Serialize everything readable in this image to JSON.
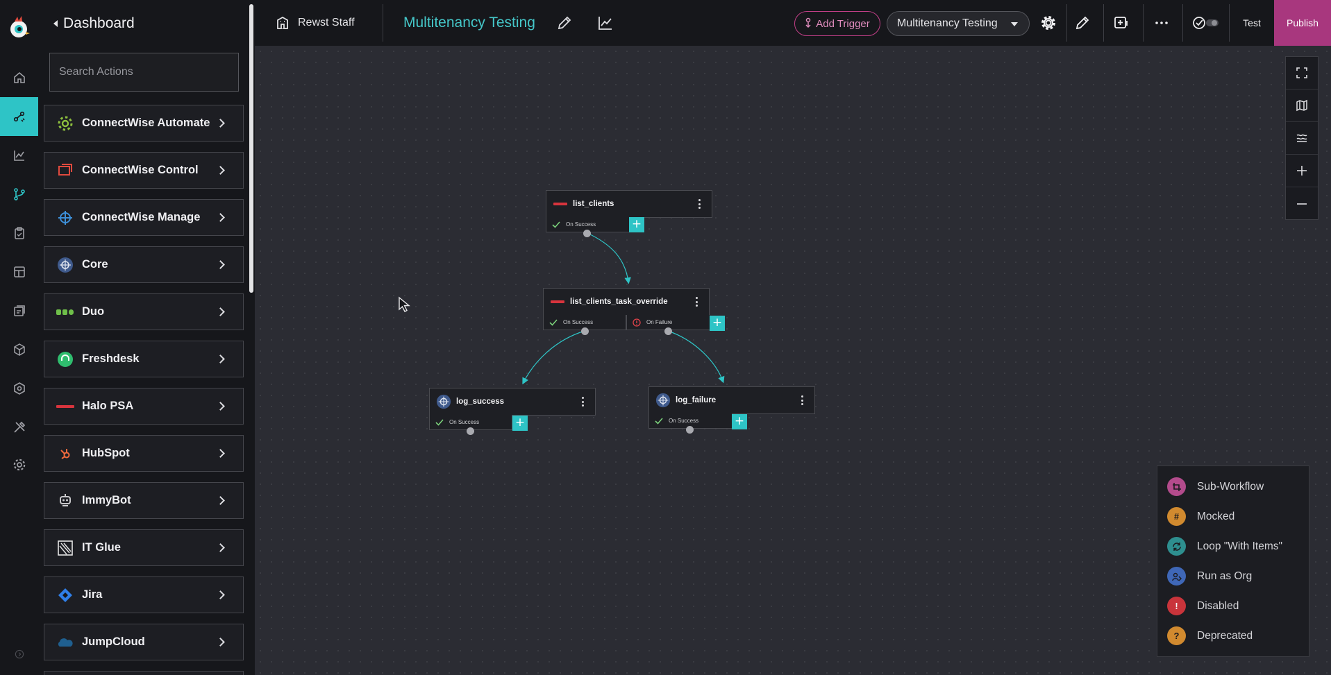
{
  "rail": {
    "items": [
      "home-icon",
      "workflows-icon",
      "analytics-icon",
      "git-branch-icon",
      "clipboard-icon",
      "layout-icon",
      "forms-icon",
      "package-icon",
      "hexagon-settings-icon",
      "tools-icon",
      "settings-icon",
      "collapse-icon"
    ],
    "active": "workflows-icon"
  },
  "panel": {
    "back_label": "Dashboard",
    "search_placeholder": "Search Actions",
    "actions": [
      {
        "label": "ConnectWise Automate",
        "icon": "gear-icon",
        "color": "#8dbf3e"
      },
      {
        "label": "ConnectWise Control",
        "icon": "windows-icon",
        "color": "#e04a3e"
      },
      {
        "label": "ConnectWise Manage",
        "icon": "compass-icon",
        "color": "#3d8fd8"
      },
      {
        "label": "Core",
        "icon": "core-icon",
        "color": "#3f5a8c"
      },
      {
        "label": "Duo",
        "icon": "duo-icon",
        "color": "#6fbf4a"
      },
      {
        "label": "Freshdesk",
        "icon": "headset-icon",
        "color": "#2fbd6e"
      },
      {
        "label": "Halo PSA",
        "icon": "halo-icon",
        "color": "#d8343d"
      },
      {
        "label": "HubSpot",
        "icon": "hubspot-icon",
        "color": "#f26a3d"
      },
      {
        "label": "ImmyBot",
        "icon": "robot-icon",
        "color": "#c9c9cc"
      },
      {
        "label": "IT Glue",
        "icon": "itglue-icon",
        "color": "#e6e6e6"
      },
      {
        "label": "Jira",
        "icon": "jira-icon",
        "color": "#2f7fe8"
      },
      {
        "label": "JumpCloud",
        "icon": "cloud-icon",
        "color": "#1f5f8f"
      }
    ]
  },
  "topbar": {
    "org_name": "Rewst Staff",
    "workflow_name": "Multitenancy Testing",
    "add_trigger_label": "Add Trigger",
    "environment": "Multitenancy Testing",
    "test_label": "Test",
    "publish_label": "Publish"
  },
  "graph": {
    "nodes": [
      {
        "id": "list_clients",
        "title": "list_clients",
        "logo": "halo-icon"
      },
      {
        "id": "list_clients_task_override",
        "title": "list_clients_task_override",
        "logo": "halo-icon"
      },
      {
        "id": "log_success",
        "title": "log_success",
        "logo": "core-icon"
      },
      {
        "id": "log_failure",
        "title": "log_failure",
        "logo": "core-icon"
      }
    ],
    "on_success_label": "On Success",
    "on_failure_label": "On Failure"
  },
  "legend": [
    {
      "label": "Sub-Workflow",
      "color": "#b34b8c",
      "icon": "subworkflow-icon"
    },
    {
      "label": "Mocked",
      "color": "#d18a2f",
      "icon": "hash-icon"
    },
    {
      "label": "Loop \"With Items\"",
      "color": "#2e8f8f",
      "icon": "loop-icon"
    },
    {
      "label": "Run as Org",
      "color": "#3f67b7",
      "icon": "org-icon"
    },
    {
      "label": "Disabled",
      "color": "#c9343b",
      "icon": "exclamation-icon"
    },
    {
      "label": "Deprecated",
      "color": "#d18a2f",
      "icon": "question-icon"
    }
  ],
  "legend_glyphs": [
    "#",
    "!",
    "?"
  ]
}
